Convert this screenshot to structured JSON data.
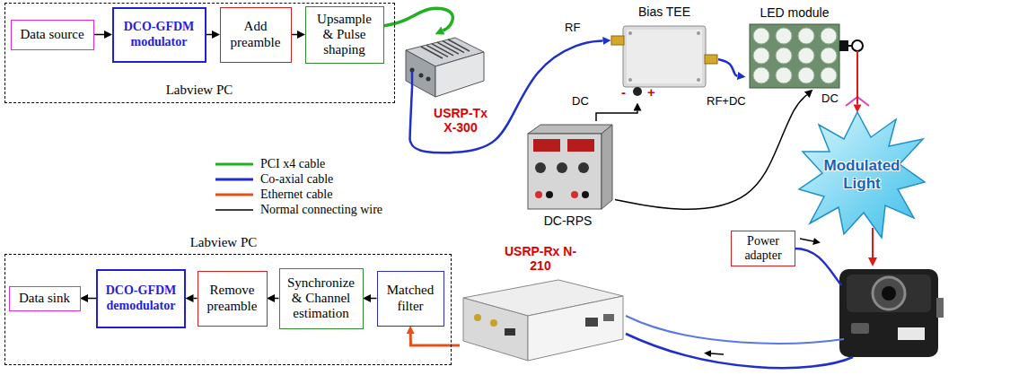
{
  "diagram": {
    "nodes": [
      {
        "text": [
          "Labview PC"
        ]
      },
      {
        "text": [
          "Data source"
        ],
        "in": 0
      },
      {
        "text": [
          "DCO-GFDM modulator"
        ],
        "in": 0
      },
      {
        "text": [
          "Add preamble"
        ],
        "in": 0
      },
      {
        "text": [
          "Upsample & Pulse shaping"
        ],
        "in": 0
      },
      {
        "text": [
          "USRP-Tx X-300"
        ]
      },
      {
        "text": [
          "Bias TEE"
        ]
      },
      {
        "text": [
          "DC-RPS"
        ]
      },
      {
        "text": [
          "LED module"
        ]
      },
      {
        "text": [
          "Modulated Light"
        ]
      },
      {
        "text": [
          "Power adapter"
        ]
      },
      {
        "text": [
          "Labview PC"
        ]
      },
      {
        "text": [
          "Data sink"
        ],
        "in": 11
      },
      {
        "text": [
          "DCO-GFDM demodulator"
        ],
        "in": 11
      },
      {
        "text": [
          "Remove preamble"
        ],
        "in": 11
      },
      {
        "text": [
          "Synchronize & Channel estimation"
        ],
        "in": 11
      },
      {
        "text": [
          "Matched filter"
        ],
        "in": 11
      },
      {
        "text": [
          "USRP-Rx N-210"
        ]
      }
    ],
    "edges": [
      {
        "from": 1,
        "to": 2,
        "arrow": "to"
      },
      {
        "from": 2,
        "to": 3,
        "arrow": "to"
      },
      {
        "from": 3,
        "to": 4,
        "arrow": "to"
      },
      {
        "from": 4,
        "to": 5,
        "arrow": "to"
      },
      {
        "from": 5,
        "to": 6,
        "label": "RF",
        "arrow": "to"
      },
      {
        "from": 7,
        "to": 6,
        "label": "DC",
        "arrow": "to"
      },
      {
        "from": 6,
        "to": 8,
        "label": "RF+DC",
        "arrow": "to"
      },
      {
        "from": 7,
        "to": 8,
        "label": "DC",
        "arrow": "to"
      },
      {
        "from": 8,
        "to": 9,
        "arrow": "to"
      },
      {
        "from": 17,
        "to": 16,
        "arrow": "to"
      },
      {
        "from": 16,
        "to": 15,
        "arrow": "to"
      },
      {
        "from": 15,
        "to": 14,
        "arrow": "to"
      },
      {
        "from": 14,
        "to": 13,
        "arrow": "to"
      },
      {
        "from": 13,
        "to": 12,
        "arrow": "to"
      }
    ],
    "labels": [
      "-",
      "+"
    ],
    "legend": [
      {
        "text": "PCI x4 cable"
      },
      {
        "text": "Co-axial cable"
      },
      {
        "text": "Ethernet cable"
      },
      {
        "text": "Normal connecting wire"
      }
    ]
  }
}
